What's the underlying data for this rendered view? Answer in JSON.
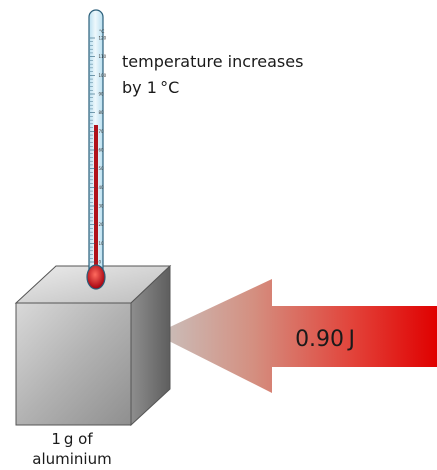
{
  "thermometer": {
    "scale_unit": "°C",
    "scale_labels": [
      "120",
      "110",
      "100",
      "90",
      "80",
      "70",
      "60",
      "50",
      "40",
      "30",
      "20",
      "10",
      "0"
    ]
  },
  "annotation": {
    "line1": "temperature increases",
    "line2": "by 1 °C"
  },
  "arrow": {
    "energy_label": "0.90 J"
  },
  "block": {
    "caption_line1": "1 g of",
    "caption_line2": "aluminium"
  },
  "colors": {
    "arrow_start": "#c4c4c4",
    "arrow_end": "#e00000",
    "mercury": "#b0121a",
    "thermometer_glass": "#d6ecf7",
    "cube_front": "#a8a8a8",
    "cube_top": "#d0d0d0",
    "cube_side": "#7d7d7d"
  }
}
